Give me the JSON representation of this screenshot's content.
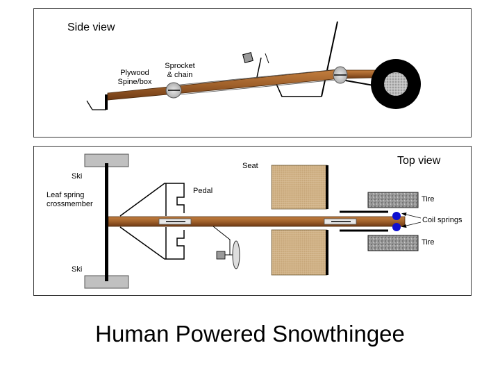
{
  "title": "Human Powered Snowthingee",
  "side_view": {
    "heading": "Side view",
    "labels": {
      "spine": "Plywood\nSpine/box",
      "sprocket": "Sprocket\n& chain"
    }
  },
  "top_view": {
    "heading": "Top view",
    "labels": {
      "ski_top": "Ski",
      "ski_bottom": "Ski",
      "crossmember": "Leaf spring\ncrossmember",
      "pedal": "Pedal",
      "seat": "Seat",
      "tire_top": "Tire",
      "tire_bottom": "Tire",
      "coil_springs": "Coil springs"
    }
  },
  "colors": {
    "wood": "#a0612b",
    "wood_dark": "#5a3010",
    "burlap": "#d2b48c",
    "tire_fill": "#9a9a9a",
    "spring_blue": "#1010d0",
    "ski_gray": "#c0c0c0"
  }
}
